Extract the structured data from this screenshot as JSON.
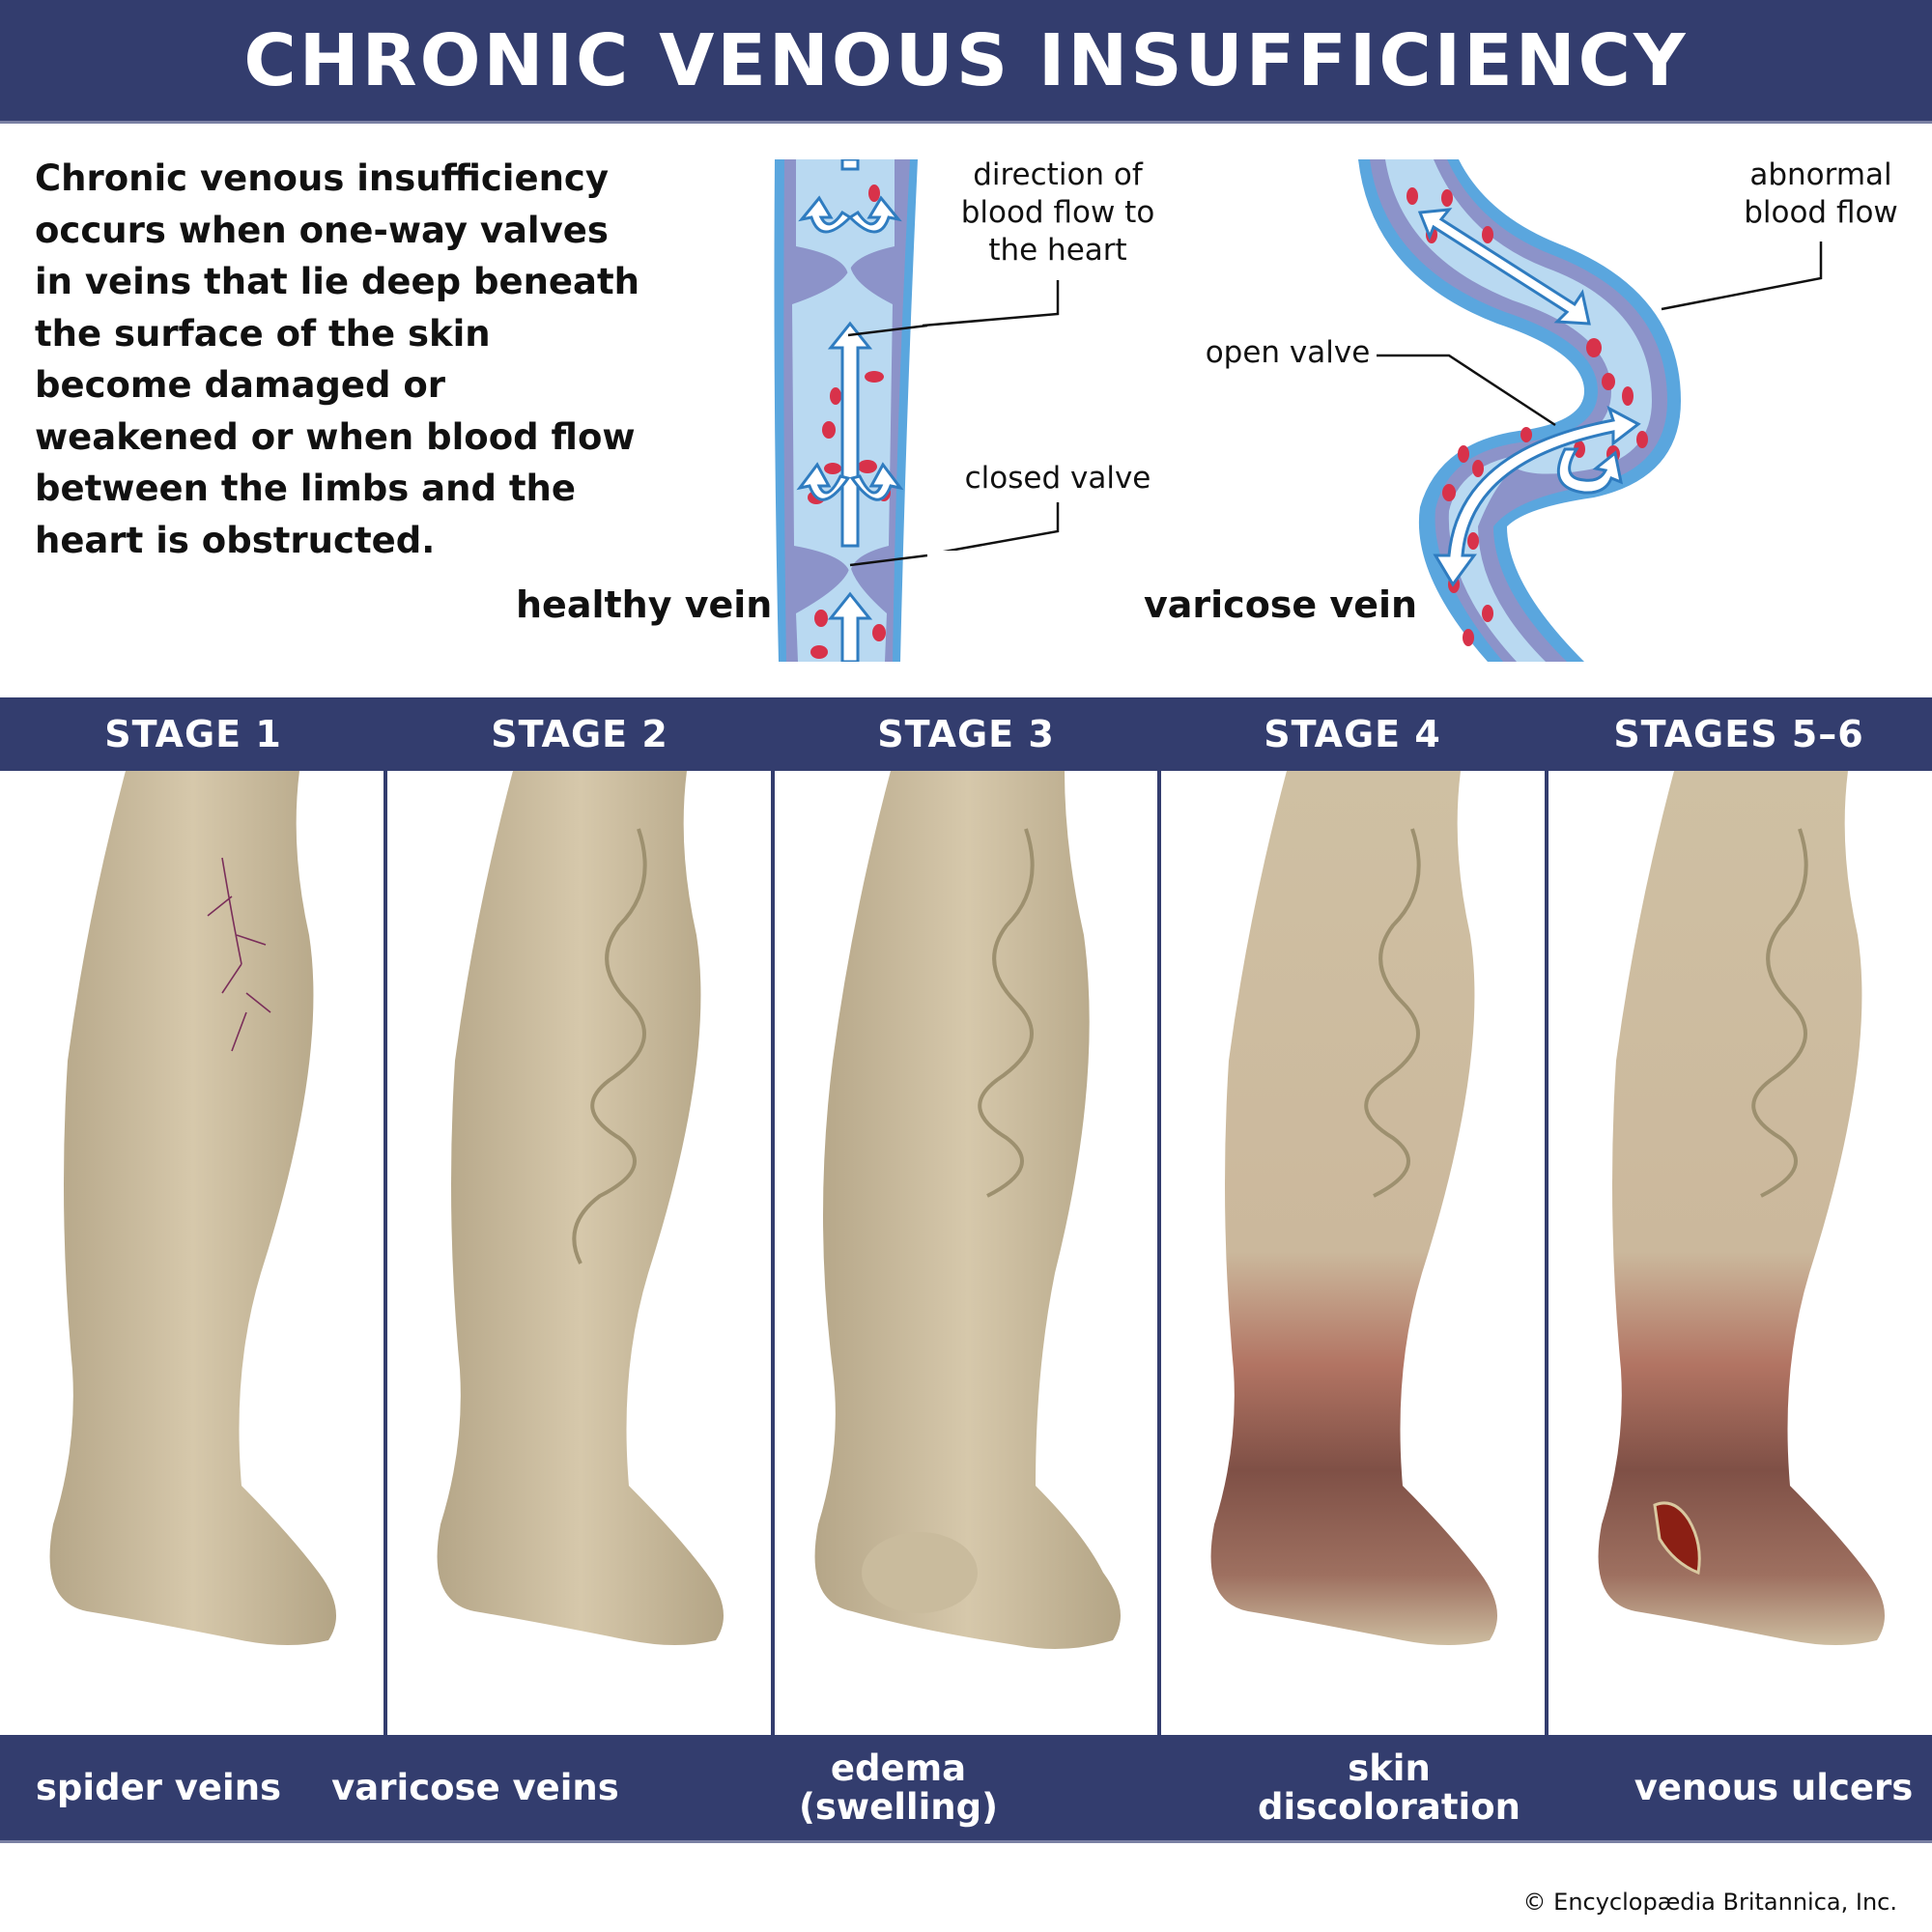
{
  "title": "CHRONIC VENOUS INSUFFICIENCY",
  "intro_text": "Chronic venous insufficiency occurs when one-way valves in veins that lie deep beneath the surface of the skin become damaged or weakened or when blood flow between the limbs and the heart is obstructed.",
  "healthy_vein": {
    "caption": "healthy vein",
    "label_flow": "direction of blood flow to the heart",
    "label_valve": "closed valve"
  },
  "varicose_vein": {
    "caption": "varicose vein",
    "label_flow": "abnormal blood flow",
    "label_valve": "open valve"
  },
  "stages": [
    {
      "header": "STAGE 1",
      "condition": "spider veins"
    },
    {
      "header": "STAGE 2",
      "condition": "varicose veins"
    },
    {
      "header": "STAGE 3",
      "condition": "edema (swelling)"
    },
    {
      "header": "STAGE 4",
      "condition": "skin discoloration"
    },
    {
      "header": "STAGES 5–6",
      "condition": "venous ulcers"
    }
  ],
  "colors": {
    "band": "#333d6e",
    "vein_outer": "#5aa6de",
    "vein_wall": "#8c93c9",
    "vein_lumen": "#b9d9f1",
    "blood_cell": "#d8324a",
    "skin": "#cfc0a3",
    "discoloration": "#8a5048",
    "ulcer": "#8b1f14"
  },
  "copyright": "© Encyclopædia Britannica, Inc."
}
